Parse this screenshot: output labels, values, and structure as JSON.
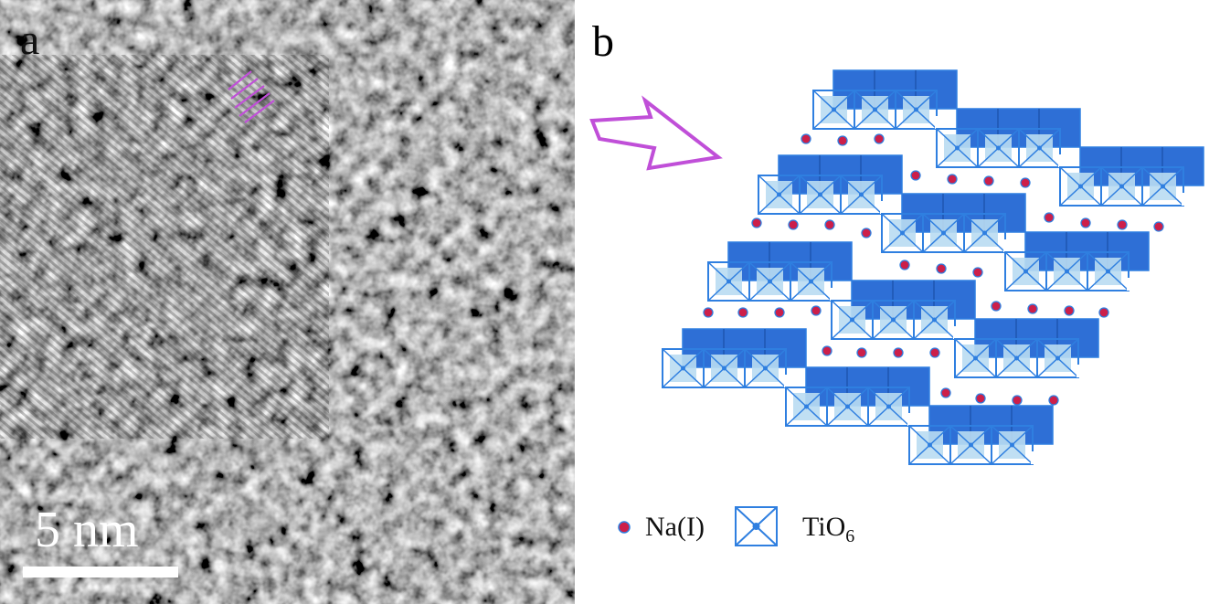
{
  "panel_a": {
    "label": "a",
    "scale_label": "5 nm"
  },
  "panel_b": {
    "label": "b"
  },
  "legend": {
    "na_label": "Na(I)",
    "tio6_label": "TiO",
    "tio6_subscript": "6"
  },
  "colors": {
    "octahedron_fill": "#2e6fd6",
    "octahedron_light": "#b9dcf2",
    "octahedron_line": "#2f7fe0",
    "ion_dot": "#cc1f4a",
    "arrow": "#c04fd8",
    "lattice_lines": "#c04fd8"
  }
}
